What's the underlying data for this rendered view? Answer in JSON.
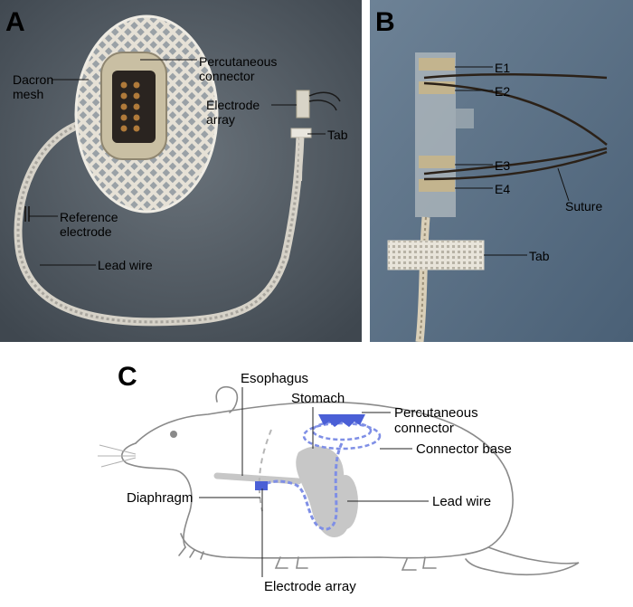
{
  "panels": {
    "a": {
      "label": "A",
      "callouts": {
        "dacron_mesh": [
          "Dacron",
          "mesh"
        ],
        "percutaneous_connector": [
          "Percutaneous",
          "connector"
        ],
        "electrode_array": [
          "Electrode",
          "array"
        ],
        "tab": "Tab",
        "reference_electrode": [
          "Reference",
          "electrode"
        ],
        "lead_wire": "Lead wire"
      }
    },
    "b": {
      "label": "B",
      "callouts": {
        "e1": "E1",
        "e2": "E2",
        "e3": "E3",
        "e4": "E4",
        "suture": "Suture",
        "tab": "Tab"
      }
    },
    "c": {
      "label": "C",
      "callouts": {
        "esophagus": "Esophagus",
        "stomach": "Stomach",
        "percutaneous_connector": [
          "Percutaneous",
          "connector"
        ],
        "connector_base": "Connector base",
        "diaphragm": "Diaphragm",
        "lead_wire": "Lead wire",
        "electrode_array": "Electrode array"
      }
    }
  },
  "colors": {
    "implant_blue": "#4a5fd6",
    "implant_dashed": "#7f8fe6",
    "organ_gray": "#c7c7c7",
    "outline_gray": "#8a8a8a"
  }
}
